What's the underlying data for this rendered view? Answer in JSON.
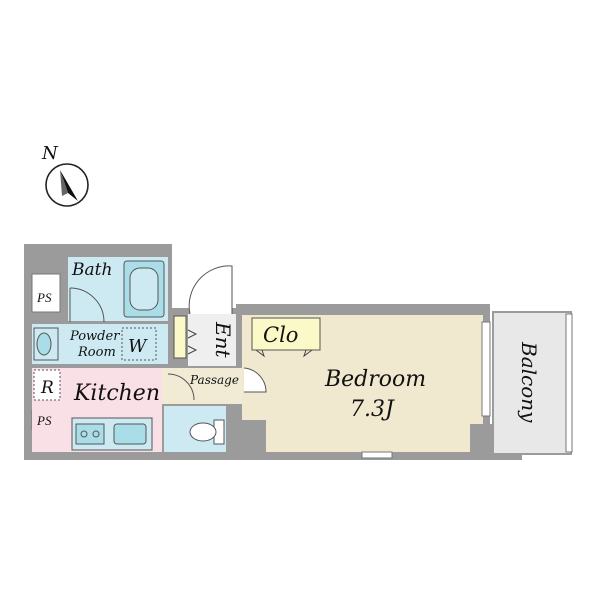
{
  "compass": {
    "north_label": "N",
    "icon": "compass-north-arrow-icon"
  },
  "rooms": {
    "bath": "Bath",
    "powder_room_line1": "Powder",
    "powder_room_line2": "Room",
    "washer": "W",
    "kitchen": "Kitchen",
    "fridge": "R",
    "ps_top": "PS",
    "ps_bottom": "PS",
    "entrance": "Ent",
    "closet": "Clo",
    "passage": "Passage",
    "bedroom": "Bedroom",
    "bedroom_size": "7.3J",
    "balcony": "Balcony"
  },
  "colors": {
    "wall": "#9b9b9b",
    "wet_area": "#cdeaf2",
    "kitchen": "#f9dfe6",
    "bedroom": "#f1e9cf",
    "closet": "#fbf9c8",
    "passage": "#f1ebd6",
    "entrance": "#efefef",
    "balcony": "#e8e8e8",
    "fixture": "#a9dde8"
  }
}
